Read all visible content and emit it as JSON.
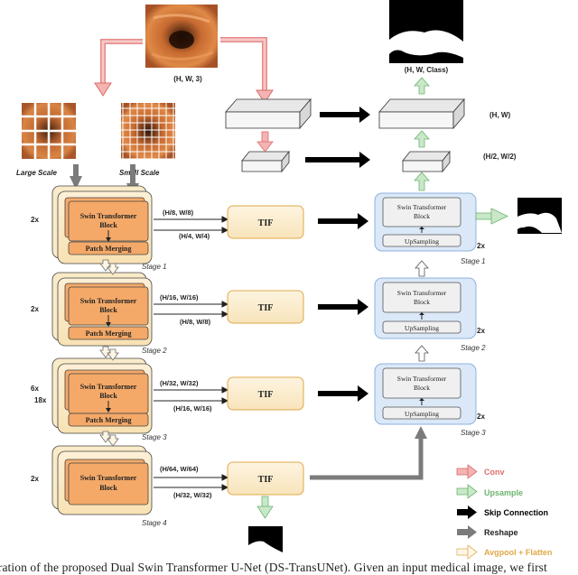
{
  "input_shape": "(H, W, 3)",
  "output_shape": "(H, W, Class)",
  "scales": {
    "large": "Large Scale",
    "small": "Small Scale"
  },
  "encoder": {
    "stages": [
      {
        "repeat": "2x",
        "block": [
          "Swin Transformer",
          "Block"
        ],
        "merge": "Patch Merging",
        "label": "Stage 1",
        "out_a": "(H/8, W/8)",
        "out_b": "(H/4, W/4)"
      },
      {
        "repeat": "2x",
        "block": [
          "Swin Transformer",
          "Block"
        ],
        "merge": "Patch Merging",
        "label": "Stage 2",
        "out_a": "(H/16, W/16)",
        "out_b": "(H/8, W/8)"
      },
      {
        "repeat": "6x",
        "repeat_b": "18x",
        "block": [
          "Swin Transformer",
          "Block"
        ],
        "merge": "Patch Merging",
        "label": "Stage 3",
        "out_a": "(H/32, W/32)",
        "out_b": "(H/16, W/16)"
      },
      {
        "repeat": "2x",
        "block": [
          "Swin Transformer",
          "Block"
        ],
        "label": "Stage 4",
        "out_a": "(H/64, W/64)",
        "out_b": "(H/32, W/32)"
      }
    ]
  },
  "tif_label": "TIF",
  "decoder": {
    "stages": [
      {
        "block": [
          "Swin Transformer",
          "Block"
        ],
        "up": "UpSampling",
        "repeat": "2x",
        "label": "Stage 1"
      },
      {
        "block": [
          "Swin Transformer",
          "Block"
        ],
        "up": "UpSampling",
        "repeat": "2x",
        "label": "Stage 2"
      },
      {
        "block": [
          "Swin Transformer",
          "Block"
        ],
        "up": "UpSampling",
        "repeat": "2x",
        "label": "Stage 3"
      }
    ]
  },
  "feature_dims": {
    "full": "(H, W)",
    "half": "(H/2, W/2)"
  },
  "legend": [
    {
      "label": "Conv",
      "color": "#e8807e"
    },
    {
      "label": "Upsample",
      "color": "#8fc98f"
    },
    {
      "label": "Skip Connection",
      "color": "#000000"
    },
    {
      "label": "Reshape",
      "color": "#7b7b7b"
    },
    {
      "label": "Avgpool + Flatten",
      "color": "#efd08e"
    }
  ],
  "caption": "tration of the proposed Dual Swin Transformer U-Net (DS-TransUNet). Given an input medical image, we first"
}
